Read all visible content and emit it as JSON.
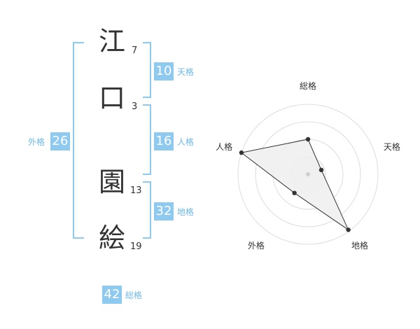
{
  "name": {
    "characters": [
      "江",
      "口",
      "園",
      "絵"
    ],
    "strokes": [
      "7",
      "3",
      "13",
      "19"
    ]
  },
  "fortune": {
    "tenkaku": {
      "value": "10",
      "label": "天格"
    },
    "jinkaku": {
      "value": "16",
      "label": "人格"
    },
    "chikaku": {
      "value": "32",
      "label": "地格"
    },
    "gaikaku": {
      "value": "26",
      "label": "外格"
    },
    "soukaku": {
      "value": "42",
      "label": "総格"
    }
  },
  "colors": {
    "accent": "#8ec9ef",
    "label": "#6fb8e8",
    "text": "#333333"
  },
  "chart_data": {
    "type": "radar",
    "axes": [
      "総格",
      "天格",
      "地格",
      "外格",
      "人格"
    ],
    "values": [
      0.5,
      0.2,
      0.98,
      0.33,
      1.0
    ],
    "range": [
      0,
      1
    ],
    "rings": 4
  }
}
